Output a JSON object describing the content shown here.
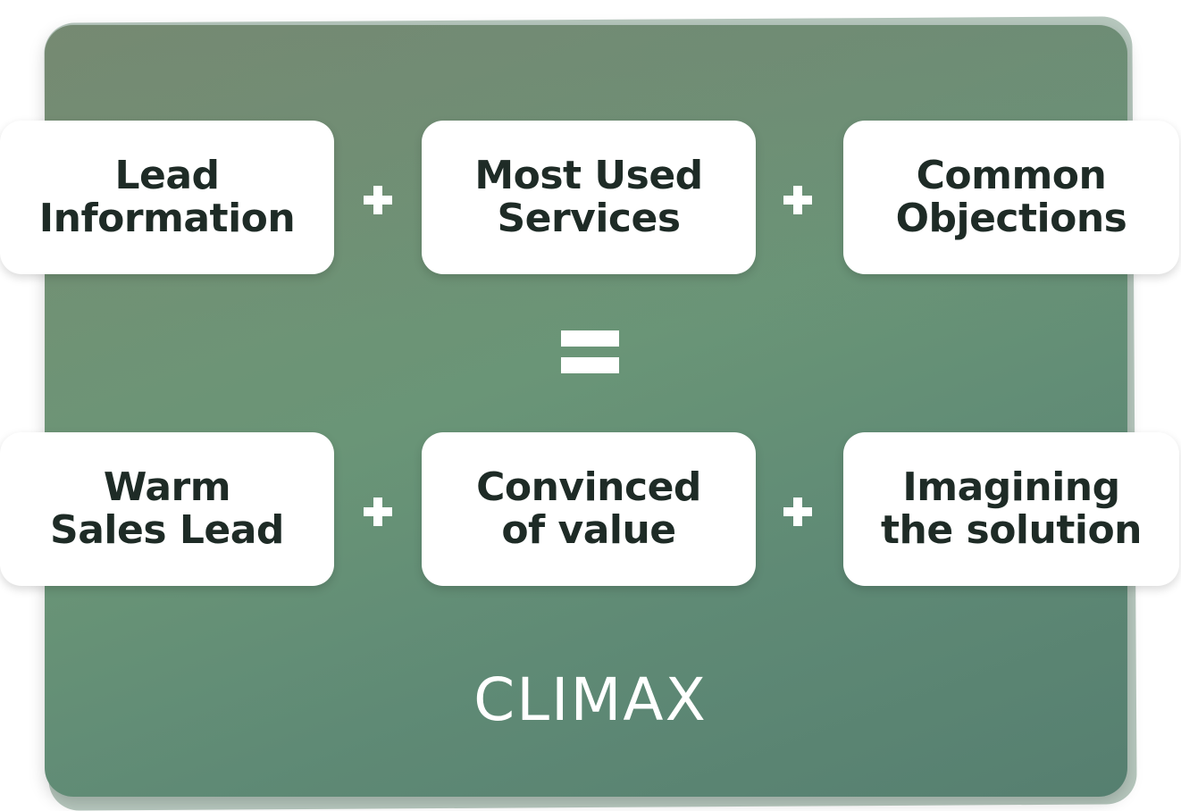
{
  "diagram": {
    "top_row": [
      {
        "label": "Lead\nInformation"
      },
      {
        "label": "Most Used\nServices"
      },
      {
        "label": "Common\nObjections"
      }
    ],
    "bottom_row": [
      {
        "label": "Warm\nSales Lead"
      },
      {
        "label": "Convinced\nof value"
      },
      {
        "label": "Imagining\nthe solution"
      }
    ],
    "operator_plus": "plus-icon",
    "operator_equals": "equals-icon",
    "result_label": "CLIMAX"
  },
  "colors": {
    "panel_green": "#6a9577",
    "card_bg": "#ffffff",
    "card_text": "#1e2b26"
  }
}
